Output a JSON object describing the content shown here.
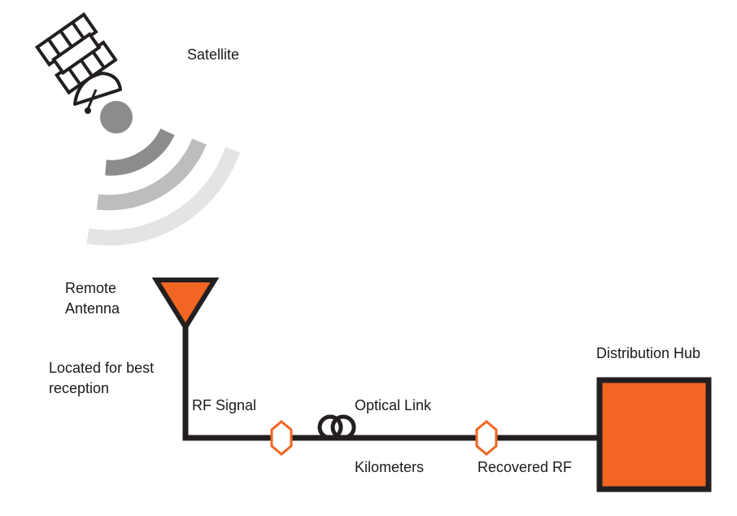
{
  "labels": {
    "satellite": "Satellite",
    "remote_antenna_line1": "Remote",
    "remote_antenna_line2": "Antenna",
    "located_line1": "Located for best",
    "located_line2": "reception",
    "rf_signal": "RF Signal",
    "optical_link": "Optical Link",
    "kilometers": "Kilometers",
    "recovered_rf": "Recovered RF",
    "distribution_hub": "Distribution Hub"
  },
  "icons": {
    "satellite": "satellite-icon",
    "signal_waves": "signal-waves-icon",
    "antenna": "antenna-icon",
    "rf_to_optical_converter": "converter-diamond-icon",
    "optical_fiber_coil": "fiber-coil-icon",
    "optical_to_rf_converter": "converter-diamond-icon",
    "hub": "hub-box-icon"
  },
  "colors": {
    "accent": "#f26522",
    "line": "#231f20",
    "wave_dark": "#8c8c8c",
    "wave_mid": "#bdbdbd",
    "wave_light": "#e4e4e4",
    "background": "#ffffff"
  }
}
